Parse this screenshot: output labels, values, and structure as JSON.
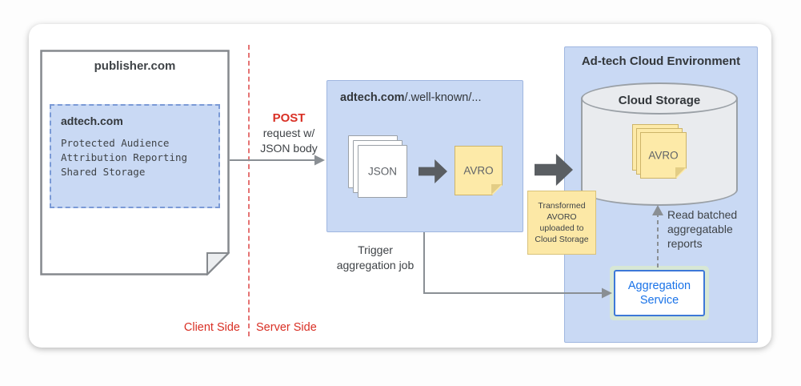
{
  "labels": {
    "client_side": "Client Side",
    "server_side": "Server Side"
  },
  "publisher": {
    "title": "publisher.com",
    "api_box": {
      "title": "adtech.com",
      "apis": [
        "Protected Audience",
        "Attribution Reporting",
        "Shared Storage"
      ]
    }
  },
  "post_request": {
    "method": "POST",
    "line1": "request w/",
    "line2": "JSON body"
  },
  "endpoint": {
    "domain": "adtech.com",
    "path": "/.well-known/...",
    "json_label": "JSON",
    "avro_label": "AVRO"
  },
  "trigger": {
    "line1": "Trigger",
    "line2": "aggregation job"
  },
  "transform_note": {
    "text": "Transformed AVORO uploaded to Cloud Storage"
  },
  "cloud_env": {
    "title": "Ad-tech Cloud Environment",
    "storage": {
      "title": "Cloud Storage",
      "avro_label": "AVRO"
    },
    "read_note": "Read batched aggregatable reports",
    "aggregation_service": "Aggregation Service"
  },
  "icons": {
    "flow_arrow": "block-arrow-right-icon",
    "connector_arrow": "thin-arrow-icon",
    "dashed_arrow": "dashed-arrow-up-icon"
  },
  "colors": {
    "accent_red": "#d93025",
    "panel_blue": "#c9d9f4",
    "note_yellow": "#fce8a6",
    "service_blue": "#1a73e8",
    "arrow_gray": "#5a5e62"
  }
}
